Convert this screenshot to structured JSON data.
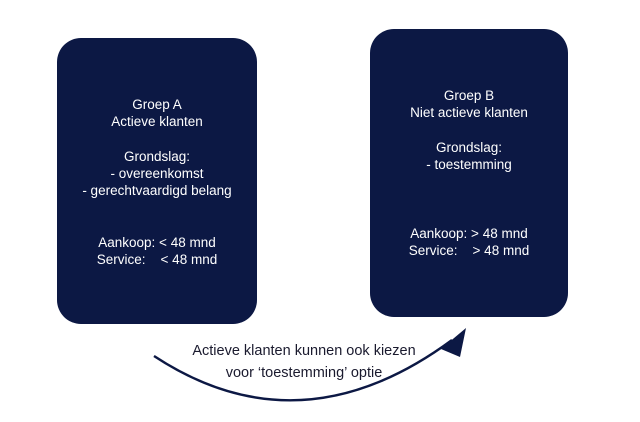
{
  "group_a": {
    "title": "Groep A",
    "subtitle": "Actieve klanten",
    "basis_label": "Grondslag:",
    "basis_items": [
      "- overeenkomst",
      "- gerechtvaardigd belang"
    ],
    "purchase": "Aankoop: < 48 mnd",
    "service": "Service:    < 48 mnd"
  },
  "group_b": {
    "title": "Groep B",
    "subtitle": "Niet actieve klanten",
    "basis_label": "Grondslag:",
    "basis_items": [
      "- toestemming"
    ],
    "purchase": "Aankoop: > 48 mnd",
    "service": "Service:    > 48 mnd"
  },
  "caption": {
    "line1": "Actieve klanten kunnen ook kiezen",
    "line2": "voor ‘toestemming’ optie"
  },
  "colors": {
    "card": "#0c1844",
    "arrow": "#0c1844"
  }
}
